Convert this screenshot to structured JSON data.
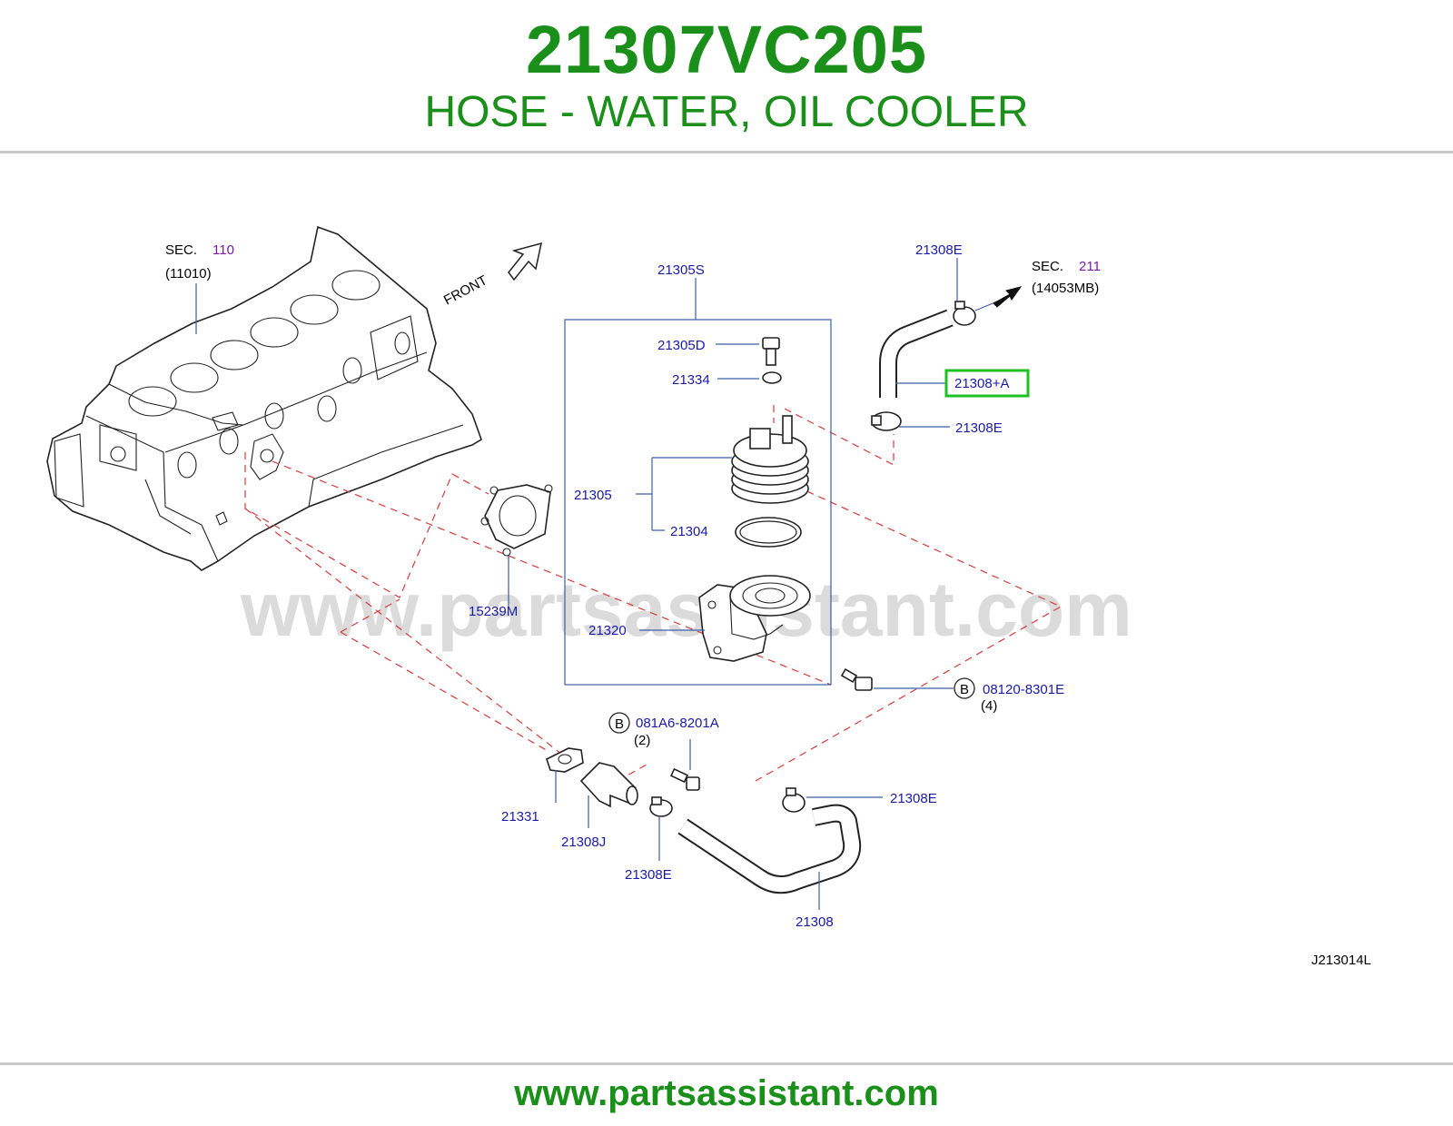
{
  "header": {
    "part_number": "21307VC205",
    "part_name": "HOSE - WATER, OIL COOLER"
  },
  "diagram": {
    "watermark": "www.partsassistant.com",
    "front_label": "FRONT",
    "diagram_code": "J213014L",
    "sec_110": {
      "sec": "SEC.",
      "num": "110",
      "ref": "(11010)"
    },
    "sec_211": {
      "sec": "SEC.",
      "num": "211",
      "ref": "(14053MB)"
    },
    "labels": {
      "l_21305S": "21305S",
      "l_21305D": "21305D",
      "l_21334": "21334",
      "l_21305": "21305",
      "l_21304": "21304",
      "l_21320": "21320",
      "l_15239M": "15239M",
      "l_21308E_top": "21308E",
      "l_21308A": "21308+A",
      "l_21308E_mid": "21308E",
      "l_B1": "B",
      "l_08120": "08120-8301E",
      "l_qty4": "(4)",
      "l_B2": "B",
      "l_081A6": "081A6-8201A",
      "l_qty2": "(2)",
      "l_21331": "21331",
      "l_21308J": "21308J",
      "l_21308E_low": "21308E",
      "l_21308E_right": "21308E",
      "l_21308": "21308"
    },
    "highlight_color": "#1fc01f"
  },
  "footer": {
    "url": "www.partsassistant.com"
  }
}
